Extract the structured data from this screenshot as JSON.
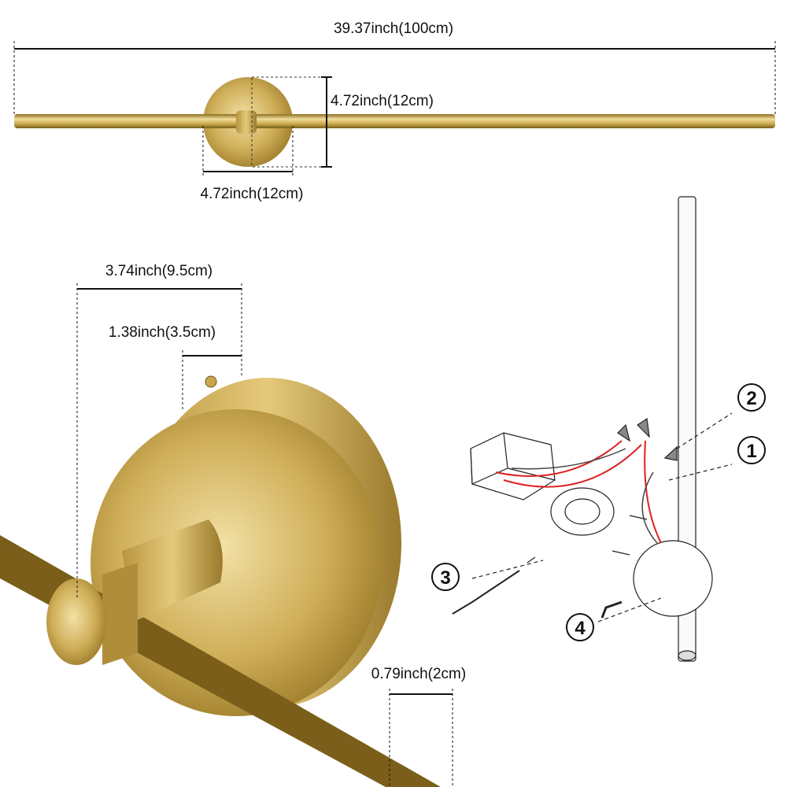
{
  "dimensions": {
    "total_length": "39.37inch(100cm)",
    "plate_height": "4.72inch(12cm)",
    "plate_width": "4.72inch(12cm)",
    "base_depth": "3.74inch(9.5cm)",
    "plate_thickness": "1.38inch(3.5cm)",
    "rod_diameter": "0.79inch(2cm)"
  },
  "install_steps": [
    "1",
    "2",
    "3",
    "4"
  ],
  "colors": {
    "gold": "#c9a84c",
    "gold_dark": "#8c6f22",
    "gold_light": "#f0dc9a",
    "wire_red": "#d22"
  }
}
